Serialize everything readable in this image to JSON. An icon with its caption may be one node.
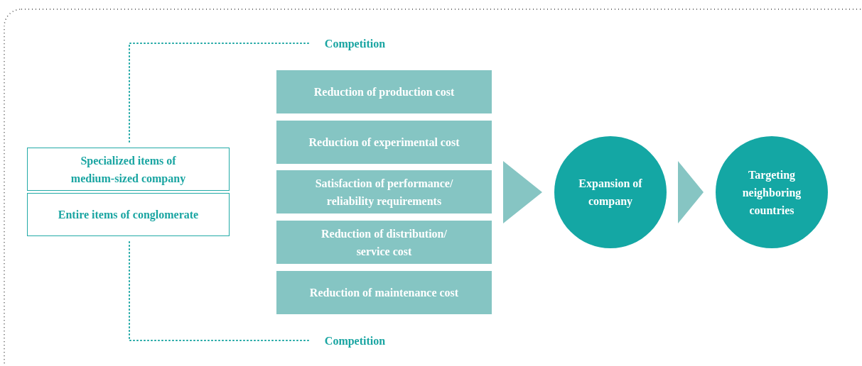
{
  "diagram": {
    "nodes": [
      {
        "text": [
          "Specialized items of medium-sized company"
        ]
      },
      {
        "text": [
          "Entire items of conglomerate"
        ]
      },
      {
        "text": [
          "Competition"
        ]
      },
      {
        "text": [
          "Competition"
        ]
      },
      {
        "text": [
          "Reduction of production cost"
        ]
      },
      {
        "text": [
          "Reduction of experimental cost"
        ]
      },
      {
        "text": [
          "Satisfaction of performance/ reliability requirements"
        ]
      },
      {
        "text": [
          "Reduction of distribution/ service cost"
        ]
      },
      {
        "text": [
          "Reduction of maintenance cost"
        ]
      },
      {
        "text": [
          "Expansion of company"
        ]
      },
      {
        "text": [
          "Targeting neighboring countries"
        ]
      }
    ],
    "edges": [
      {
        "from": 0,
        "to": 2,
        "arrow": "none",
        "style": "dashed"
      },
      {
        "from": 1,
        "to": 3,
        "arrow": "none",
        "style": "dashed"
      },
      {
        "from": 4,
        "to": 9,
        "arrow": "to"
      },
      {
        "from": 5,
        "to": 9,
        "arrow": "to"
      },
      {
        "from": 6,
        "to": 9,
        "arrow": "to"
      },
      {
        "from": 7,
        "to": 9,
        "arrow": "to"
      },
      {
        "from": 8,
        "to": 9,
        "arrow": "to"
      },
      {
        "from": 9,
        "to": 10,
        "arrow": "to"
      }
    ]
  }
}
